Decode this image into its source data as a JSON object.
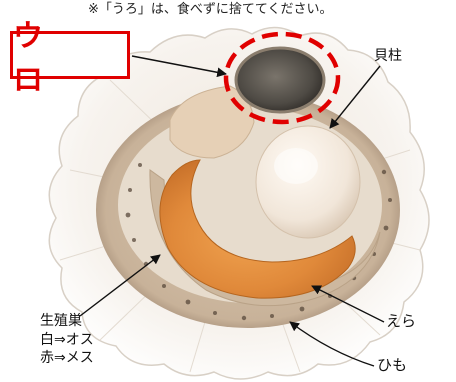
{
  "notice": "※「うろ」は、食べずに捨ててください。",
  "uro_label": "ウ ロ",
  "labels": {
    "kaibashira": "貝柱",
    "seishokuso": "生殖巣",
    "white_male": "白⇒オス",
    "red_female": "赤⇒メス",
    "era": "えら",
    "himo": "ひも"
  },
  "colors": {
    "highlight_red": "#e00000",
    "shell": "#f6f3ef",
    "gonad": "#e0893a",
    "adductor": "#f4ede4",
    "uro": "#4e4a44"
  }
}
